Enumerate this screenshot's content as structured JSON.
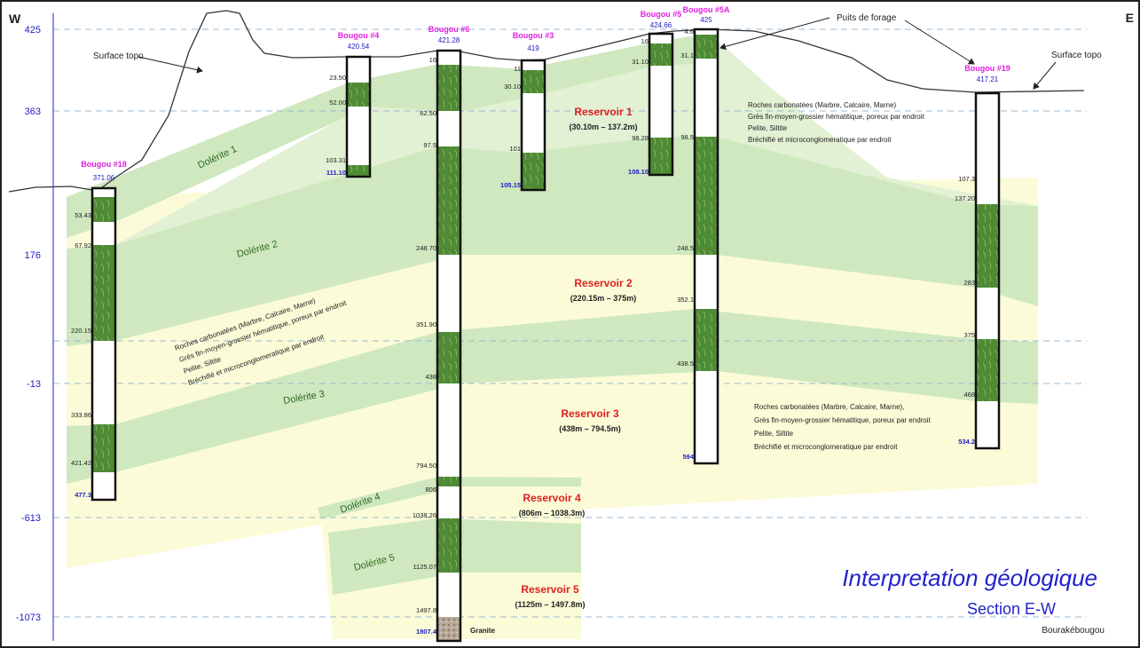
{
  "compass": {
    "west": "W",
    "east": "E"
  },
  "elevation_axis": {
    "ticks": [
      "425",
      "363",
      "176",
      "-13",
      "-613",
      "-1073"
    ]
  },
  "annotations": {
    "surface_topo_left": "Surface topo",
    "surface_topo_right": "Surface topo",
    "puits_de_forage": "Puits de forage",
    "granite": "Granite"
  },
  "wells": [
    {
      "name": "Bougou #18",
      "elevation": "371.06",
      "depths": [
        "53.43",
        "67.92",
        "220.15",
        "333.86",
        "421.42"
      ],
      "total_depth": "477.3"
    },
    {
      "name": "Bougou #4",
      "elevation": "420.54",
      "depths": [
        "23.50",
        "52.00",
        "103.31"
      ],
      "total_depth": "111.10"
    },
    {
      "name": "Bougou #6",
      "elevation": "421.28",
      "depths": [
        "16",
        "62.50",
        "97.5",
        "248.70",
        "351.90",
        "438",
        "794.50",
        "806",
        "1038.26",
        "1125.07",
        "1497.8"
      ],
      "total_depth": "1807.4"
    },
    {
      "name": "Bougou #3",
      "elevation": "419",
      "depths": [
        "11",
        "30.10",
        "101"
      ],
      "total_depth": "105.15"
    },
    {
      "name": "Bougou #5",
      "elevation": "424.66",
      "depths": [
        "16",
        "31.10",
        "98.28"
      ],
      "total_depth": "108.10"
    },
    {
      "name": "Bougou #5A",
      "elevation": "425",
      "depths": [
        "4.6",
        "31.1",
        "98.5",
        "248.5",
        "352.1",
        "438.5"
      ],
      "total_depth": "594"
    },
    {
      "name": "Bougou #19",
      "elevation": "417.21",
      "depths": [
        "107.3",
        "137.20",
        "283",
        "375",
        "468"
      ],
      "total_depth": "534.2"
    }
  ],
  "dolerites": [
    "Dolérite 1",
    "Dolérite 2",
    "Dolérite 3",
    "Dolérite 4",
    "Dolérite 5"
  ],
  "reservoirs": [
    {
      "name": "Reservoir 1",
      "range": "(30.10m – 137.2m)"
    },
    {
      "name": "Reservoir 2",
      "range": "(220.15m – 375m)"
    },
    {
      "name": "Reservoir 3",
      "range": "(438m – 794.5m)"
    },
    {
      "name": "Reservoir 4",
      "range": "(806m – 1038.3m)"
    },
    {
      "name": "Reservoir 5",
      "range": "(1125m – 1497.8m)"
    }
  ],
  "lithology_notes": [
    [
      "Roches carbonatées (Marbre, Calcaire, Marne)",
      "Grès fin-moyen-grossier hématitique, poreux par endroit",
      "Pelite, Siltite",
      "Bréchifié et microconglomeratique par endroit"
    ],
    [
      "Roches carbonatées (Marbre, Calcaire, Marne)",
      "Grès fin-moyen-grossier hématitique, poreux par endroit",
      "Pelite, Siltite",
      "Bréchifié et microconglomeratique par endroit"
    ],
    [
      "Roches carbonatées (Marbre, Calcaire, Marne),",
      "Grès fin-moyen-grossier hématitique, poreux par endroit",
      "Pelite, Siltite",
      "Bréchifié et microconglomeratique par endroit"
    ]
  ],
  "title": {
    "main": "Interpretation géologique",
    "sub": "Section E-W",
    "location": "Bourakébougou"
  },
  "colors": {
    "dolerite": "#4f8a34",
    "dolerite_band": "#cfe8bf",
    "reservoir_band": "#fbfbd8",
    "well_name": "#e020e0",
    "elevation": "#2020c0",
    "reservoir_label": "#e02020",
    "axis": "#6a6aee",
    "gridline": "#9bb8d0"
  }
}
